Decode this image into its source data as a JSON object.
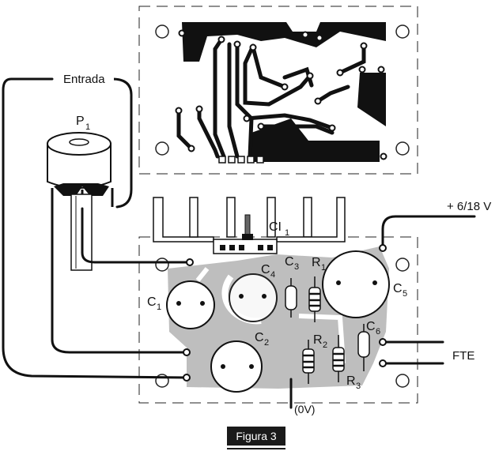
{
  "figure": {
    "caption": "Figura 3",
    "labels": {
      "input": "Entrada",
      "pot_letter": "P",
      "pot_sub": "1",
      "ic_letter": "CI",
      "ic_sub": "1",
      "supply": "+ 6/18 V",
      "speaker": "FTE",
      "ground": "(0V)",
      "c1_letter": "C",
      "c1_sub": "1",
      "c2_letter": "C",
      "c2_sub": "2",
      "c3_letter": "C",
      "c3_sub": "3",
      "c4_letter": "C",
      "c4_sub": "4",
      "c5_letter": "C",
      "c5_sub": "5",
      "c6_letter": "C",
      "c6_sub": "6",
      "r1_letter": "R",
      "r1_sub": "1",
      "r2_letter": "R",
      "r2_sub": "2",
      "r3_letter": "R",
      "r3_sub": "3"
    },
    "colors": {
      "ink": "#111111",
      "board_copper": "#9a9a9a",
      "board_bg": "#ffffff"
    }
  }
}
